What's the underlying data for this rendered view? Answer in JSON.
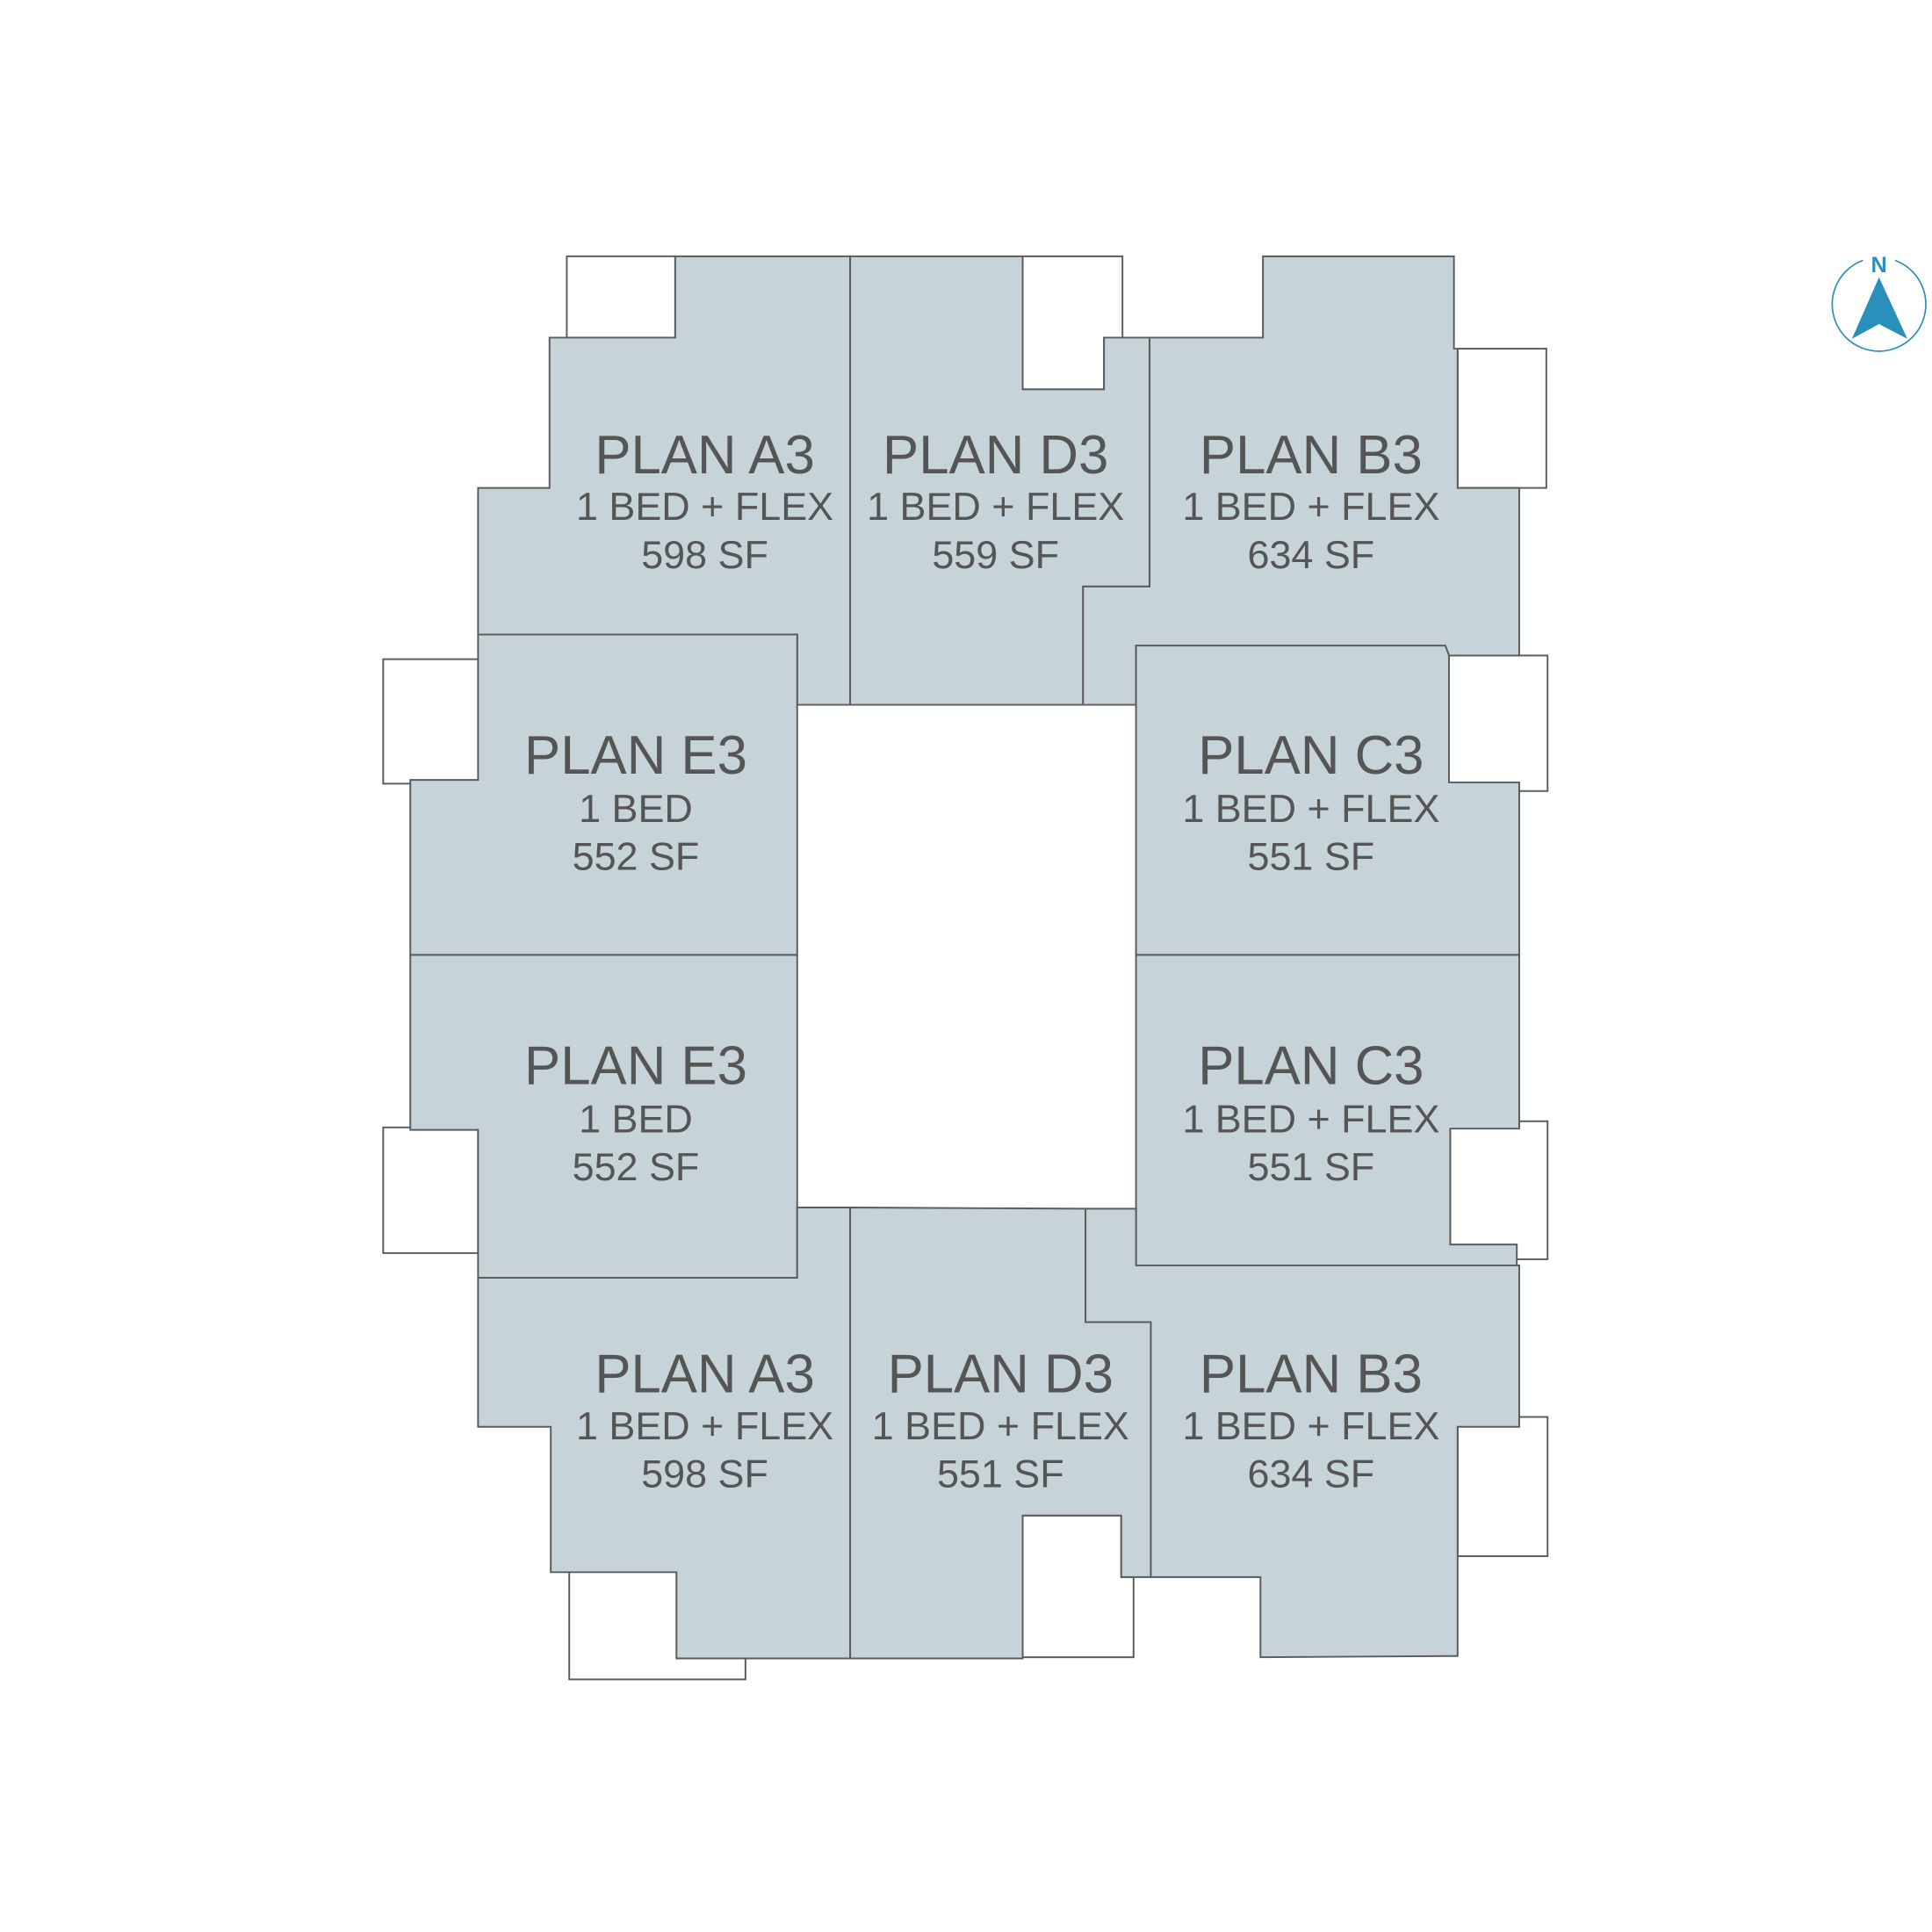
{
  "colors": {
    "unit_fill": "#c6d3d9",
    "outline": "#5c5c5c",
    "text": "#555555",
    "compass": "#2a8fba"
  },
  "compass": {
    "label": "N"
  },
  "units": [
    {
      "plan": "PLAN A3",
      "type": "1 BED + FLEX",
      "area": "598 SF"
    },
    {
      "plan": "PLAN D3",
      "type": "1 BED + FLEX",
      "area": "559 SF"
    },
    {
      "plan": "PLAN B3",
      "type": "1 BED + FLEX",
      "area": "634 SF"
    },
    {
      "plan": "PLAN E3",
      "type": "1 BED",
      "area": "552 SF"
    },
    {
      "plan": "PLAN C3",
      "type": "1 BED + FLEX",
      "area": "551 SF"
    },
    {
      "plan": "PLAN E3",
      "type": "1 BED",
      "area": "552 SF"
    },
    {
      "plan": "PLAN C3",
      "type": "1 BED + FLEX",
      "area": "551 SF"
    },
    {
      "plan": "PLAN A3",
      "type": "1 BED + FLEX",
      "area": "598 SF"
    },
    {
      "plan": "PLAN D3",
      "type": "1 BED + FLEX",
      "area": "551 SF"
    },
    {
      "plan": "PLAN B3",
      "type": "1 BED + FLEX",
      "area": "634 SF"
    }
  ]
}
